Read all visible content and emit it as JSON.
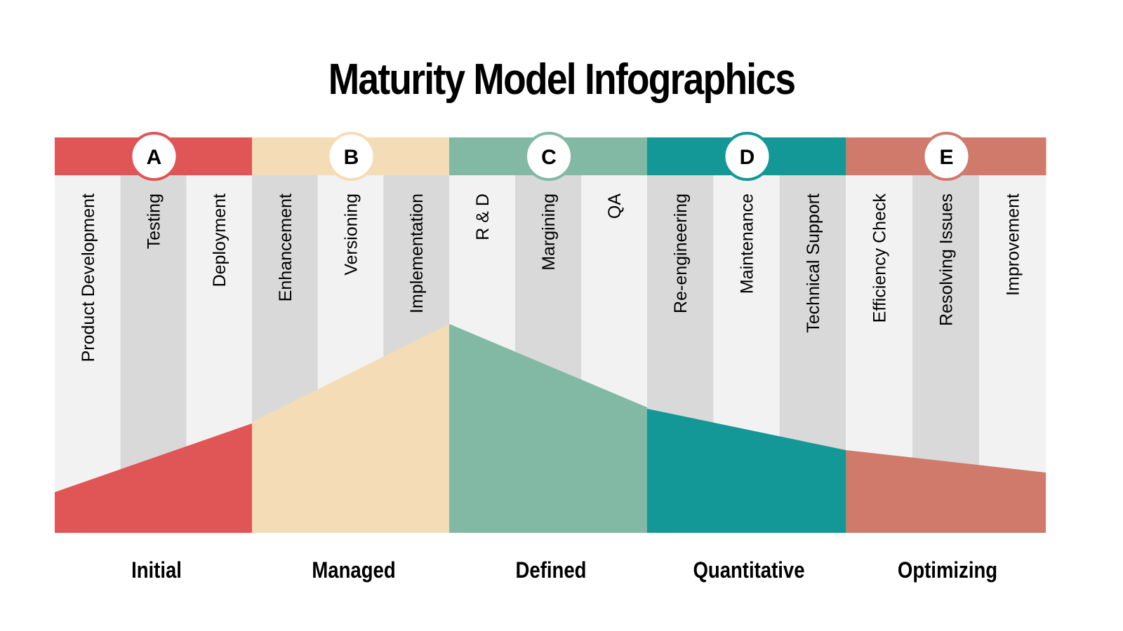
{
  "title": "Maturity Model Infographics",
  "colors": {
    "stripe_light": "#f2f2f2",
    "stripe_dark": "#d9d9d9"
  },
  "stages": [
    {
      "letter": "A",
      "name": "Initial",
      "color": "#e05555",
      "items": [
        "Product Development",
        "Testing",
        "Deployment"
      ]
    },
    {
      "letter": "B",
      "name": "Managed",
      "color": "#f4ddb6",
      "items": [
        "Enhancement",
        "Versioning",
        "Implementation"
      ]
    },
    {
      "letter": "C",
      "name": "Defined",
      "color": "#82b9a5",
      "items": [
        "R & D",
        "Margining",
        "QA"
      ]
    },
    {
      "letter": "D",
      "name": "Quantitative",
      "color": "#139797",
      "items": [
        "Re-engineering",
        "Maintenance",
        "Technical Support"
      ]
    },
    {
      "letter": "E",
      "name": "Optimizing",
      "color": "#d07a6c",
      "items": [
        "Efficiency Check",
        "Resolving Issues",
        "Improvement"
      ]
    }
  ]
}
